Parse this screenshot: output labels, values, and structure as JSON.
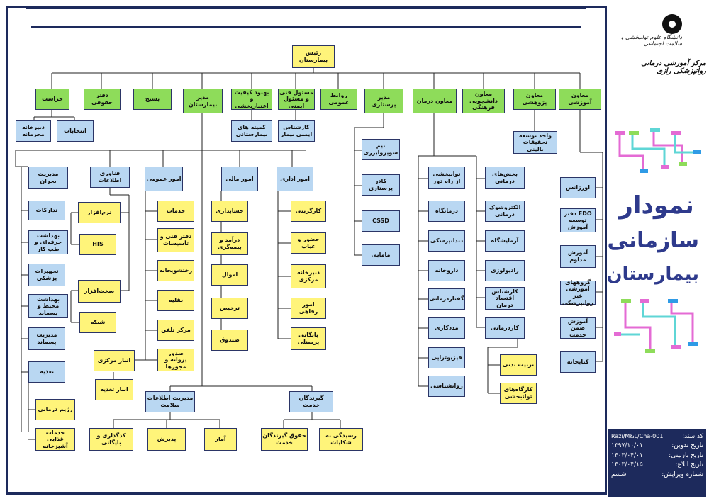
{
  "header": {
    "university": "دانشگاه علوم توانبخشی و سلامت اجتماعی",
    "center": "مرکز آموزشی درمانی روانپزشکی رازی"
  },
  "title": {
    "line1": "نمودار",
    "line2": "سازمانی",
    "line3": "بیمارستان"
  },
  "nodes": {
    "head": "رئیس بیمارستان",
    "l1": {
      "education_deputy": "معاون آموزشی",
      "research_deputy": "معاون پژوهشی",
      "student_cultural_deputy": "معاون دانشجویی فرهنگی",
      "treatment_deputy": "معاون درمان",
      "nursing_manager": "مدیر پرستاری",
      "public_relations": "روابط عمومی",
      "safety_officer": "مسئول فنی و مسئول ایمنی",
      "quality": "بهبود کیفیت و اعتباربخشی",
      "hospital_manager": "مدیر بیمارستان",
      "basij": "بسیج",
      "legal": "دفتر حقوقی",
      "security": "حراست"
    },
    "security_sub": {
      "secretariat": "دبیرخانه محرمانه",
      "elections": "انتخابات"
    },
    "quality_sub": "کمیته های بیمارستانی",
    "safety_sub": "کارشناس ایمنی بیمار",
    "research_sub": "واحد توسعه تحقیقات بالینی",
    "education_sub": [
      "اورژانس",
      "EDO دفتر توسعه آموزش",
      "آموزش مداوم",
      "گروههای آموزشی غیر روانپزشکی",
      "آموزش ضمن خدمت",
      "کتابخانه"
    ],
    "nursing_sub": [
      "تیم سوپروایزری",
      "کادر پرستاری",
      "CSSD",
      "مامایی"
    ],
    "treatment_left": [
      "توانبخشی از راه دور",
      "درمانگاه",
      "دندانپزشکی",
      "داروخانه",
      "گفتاردرمانی",
      "مددکاری",
      "فیزیوتراپی",
      "روانشناسی"
    ],
    "treatment_right": [
      "بخش‌های درمانی",
      "الکتروشوک درمانی",
      "آزمایشگاه",
      "رادیولوژی",
      "کارشناس اقتصاد درمان",
      "کاردرمانی"
    ],
    "occupational_sub": [
      "تربیت بدنی",
      "کارگاه‌های توانبخشی"
    ],
    "admin": {
      "title": "امور اداری",
      "items": [
        "کارگزینی",
        "حضور و غیاب",
        "دبیرخانه مرکزی",
        "امور رفاهی",
        "بایگانی پرسنلی"
      ]
    },
    "finance": {
      "title": "امور مالی",
      "items": [
        "حسابداری",
        "درآمد و بیمه‌گری",
        "اموال",
        "ترخیص",
        "صندوق"
      ]
    },
    "general": {
      "title": "امور عمومی",
      "items": [
        "خدمات",
        "دفتر فنی و تأسیسات",
        "رختشویخانه",
        "نقلیه",
        "مرکز تلفن",
        "صدور پروانه و مجوزها"
      ]
    },
    "it": {
      "title": "فناوری اطلاعات",
      "items": [
        "نرم‌افزار",
        "HIS",
        "سخت‌افزار",
        "شبکه"
      ]
    },
    "warehouse": {
      "central": "انبار مرکزی",
      "food": "انبار تغذیه"
    },
    "left_col": [
      "مدیریت بحران",
      "تدارکات",
      "بهداشت حرفه‌ای و طب کار",
      "تجهیزات پزشکی",
      "بهداشت محیط و بسماند",
      "مدیریت پسماند",
      "تغذیه"
    ],
    "nutrition_sub": [
      "رژیم درمانی",
      "خدمات غذایی آشپزخانه"
    ],
    "him": {
      "title": "مدیریت اطلاعات سلامت",
      "items": [
        "کدگذاری و بایگانی",
        "پذیرش",
        "آمار"
      ]
    },
    "service_rec": {
      "title": "گیرندگان خدمت",
      "items": [
        "حقوق گیرندگان خدمت",
        "رسیدگی به شکایات"
      ]
    }
  },
  "info": {
    "doc_code_label": "کد سند:",
    "doc_code": "Razi/M&L/Cha-001",
    "compile_label": "تاریخ تدوین:",
    "compile_date": "۱۳۹۷/۱۰/۰۱",
    "review_label": "تاریخ بازبینی:",
    "review_date": "۱۴۰۳/۰۴/۰۱",
    "notify_label": "تاریخ ابلاغ:",
    "notify_date": "۱۴۰۳/۰۴/۱۵",
    "edition_label": "شماره ویرایش:",
    "edition": "ششم"
  },
  "colors": {
    "green": "#8edc5a",
    "yellow": "#fff47a",
    "blue": "#b9d7f2",
    "navy": "#1d2a5c"
  }
}
